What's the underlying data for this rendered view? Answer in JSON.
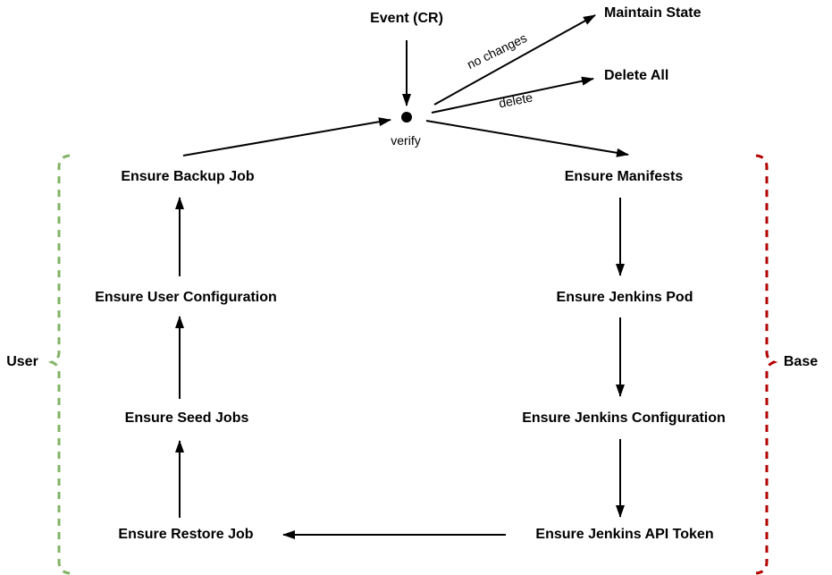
{
  "diagram": {
    "nodes": {
      "event": "Event (CR)",
      "maintain_state": "Maintain State",
      "delete_all": "Delete All",
      "ensure_backup_job": "Ensure Backup Job",
      "ensure_manifests": "Ensure Manifests",
      "ensure_user_configuration": "Ensure User Configuration",
      "ensure_jenkins_pod": "Ensure Jenkins Pod",
      "ensure_seed_jobs": "Ensure Seed Jobs",
      "ensure_jenkins_configuration": "Ensure Jenkins Configuration",
      "ensure_restore_job": "Ensure Restore Job",
      "ensure_jenkins_api_token": "Ensure Jenkins API Token"
    },
    "edge_labels": {
      "verify": "verify",
      "no_changes": "no changes",
      "delete": "delete"
    },
    "edges": [
      {
        "from": "Event (CR)",
        "to": "verify",
        "label": ""
      },
      {
        "from": "verify",
        "to": "Maintain State",
        "label": "no changes"
      },
      {
        "from": "verify",
        "to": "Delete All",
        "label": "delete"
      },
      {
        "from": "verify",
        "to": "Ensure Manifests",
        "label": ""
      },
      {
        "from": "Ensure Manifests",
        "to": "Ensure Jenkins Pod",
        "label": ""
      },
      {
        "from": "Ensure Jenkins Pod",
        "to": "Ensure Jenkins Configuration",
        "label": ""
      },
      {
        "from": "Ensure Jenkins Configuration",
        "to": "Ensure Jenkins API Token",
        "label": ""
      },
      {
        "from": "Ensure Jenkins API Token",
        "to": "Ensure Restore Job",
        "label": ""
      },
      {
        "from": "Ensure Restore Job",
        "to": "Ensure Seed Jobs",
        "label": ""
      },
      {
        "from": "Ensure Seed Jobs",
        "to": "Ensure User Configuration",
        "label": ""
      },
      {
        "from": "Ensure User Configuration",
        "to": "Ensure Backup Job",
        "label": ""
      },
      {
        "from": "Ensure Backup Job",
        "to": "verify",
        "label": ""
      }
    ],
    "groups": {
      "user": {
        "label": "User",
        "color": "#82b366",
        "members": [
          "Ensure Backup Job",
          "Ensure User Configuration",
          "Ensure Seed Jobs",
          "Ensure Restore Job"
        ]
      },
      "base": {
        "label": "Base",
        "color": "#b30000",
        "members": [
          "Ensure Manifests",
          "Ensure Jenkins Pod",
          "Ensure Jenkins Configuration",
          "Ensure Jenkins API Token"
        ]
      }
    },
    "colors": {
      "arrow": "#000000",
      "text": "#000000",
      "background": "#ffffff"
    }
  }
}
